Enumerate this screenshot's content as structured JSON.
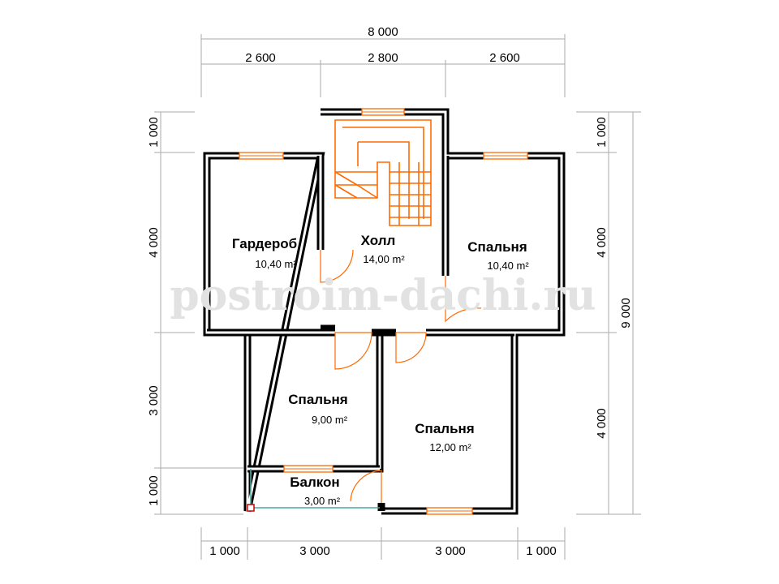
{
  "watermark": "postroim-dachi.ru",
  "dimensions": {
    "top_total": "8 000",
    "top_segments": [
      "2 600",
      "2 800",
      "2 600"
    ],
    "bottom_segments": [
      "1 000",
      "3 000",
      "3 000",
      "1 000"
    ],
    "left_segments": [
      "1 000",
      "4 000",
      "3 000",
      "1 000"
    ],
    "right_segments": [
      "1 000",
      "4 000",
      "4 000"
    ],
    "right_total": "9 000"
  },
  "rooms": {
    "garderob": {
      "name": "Гардероб",
      "area": "10,40 m²"
    },
    "holl": {
      "name": "Холл",
      "area": "14,00 m²"
    },
    "spalnya_ne": {
      "name": "Спальня",
      "area": "10,40 m²"
    },
    "spalnya_sw": {
      "name": "Спальня",
      "area": "9,00 m²"
    },
    "spalnya_se": {
      "name": "Спальня",
      "area": "12,00 m²"
    },
    "balkon": {
      "name": "Балкон",
      "area": "3,00 m²"
    }
  },
  "colors": {
    "wall": "#000000",
    "door_window": "#ff6a00",
    "railing": "#4aa8a0",
    "dimension_line": "#aaaaaa"
  }
}
